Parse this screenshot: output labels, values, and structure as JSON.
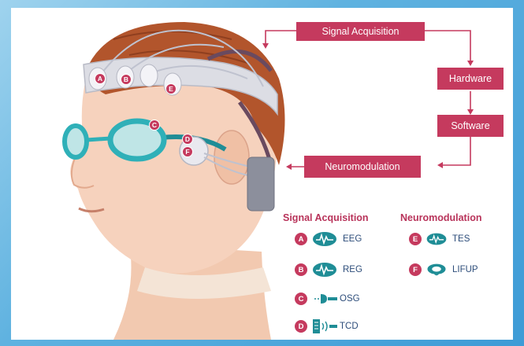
{
  "flow": {
    "signal_acquisition": "Signal Acquisition",
    "hardware": "Hardware",
    "software": "Software",
    "neuromodulation": "Neuromodulation"
  },
  "legend": {
    "signal_title": "Signal Acquisition",
    "neuro_title": "Neuromodulation",
    "signal_items": [
      {
        "letter": "A",
        "label": "EEG",
        "icon": "brain-wave-icon"
      },
      {
        "letter": "B",
        "label": "REG",
        "icon": "brain-wave-icon"
      },
      {
        "letter": "C",
        "label": "OSG",
        "icon": "eye-sensor-icon"
      },
      {
        "letter": "D",
        "label": "TCD",
        "icon": "ultrasound-probe-icon"
      }
    ],
    "neuro_items": [
      {
        "letter": "E",
        "label": "TES",
        "icon": "brain-wave-icon"
      },
      {
        "letter": "F",
        "label": "LIFUP",
        "icon": "brain-ultrasound-icon"
      }
    ]
  },
  "nodes": [
    "A",
    "B",
    "C",
    "D",
    "E",
    "F"
  ],
  "colors": {
    "accent": "#c53a5e",
    "legend_text": "#2d4d7a",
    "headband": "#dcdde4",
    "goggle": "#2fb0b8"
  }
}
